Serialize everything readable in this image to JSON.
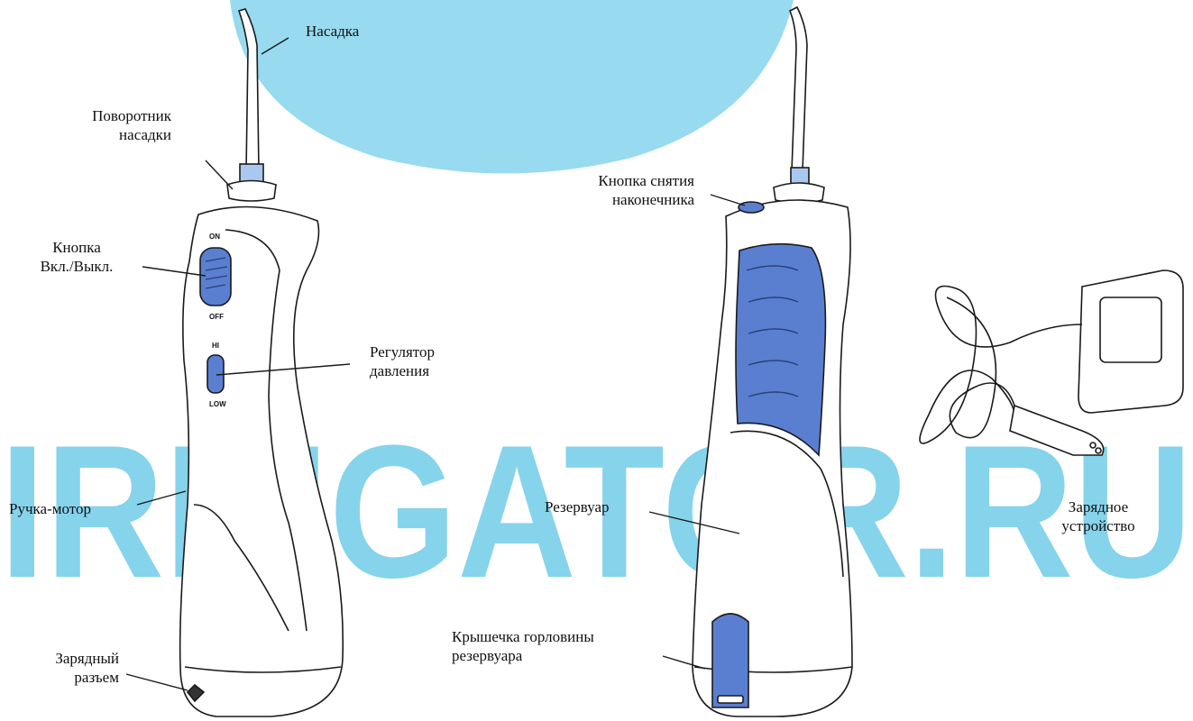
{
  "watermark": {
    "text": "IRRIGATOR.RU",
    "color": "#86d3ec"
  },
  "colors": {
    "accent_blue": "#5a7fd1",
    "outline": "#1a1a1a",
    "body": "#ffffff"
  },
  "labels": {
    "tip": "Насадка",
    "tip_rotator": [
      "Поворотник",
      "насадки"
    ],
    "power_button": [
      "Кнопка",
      "Вкл./Выкл."
    ],
    "pressure_regulator": [
      "Регулятор",
      "давления"
    ],
    "handle_motor": "Ручка-мотор",
    "charging_port": [
      "Зарядный",
      "разъем"
    ],
    "tip_release_button": [
      "Кнопка снятия",
      "наконечника"
    ],
    "reservoir": "Резервуар",
    "reservoir_cap": [
      "Крышечка горловины",
      "резервуара"
    ],
    "charger": [
      "Зарядное",
      "устройство"
    ]
  },
  "device_markings": {
    "on": "ON",
    "off": "OFF",
    "hi": "HI",
    "low": "LOW"
  }
}
